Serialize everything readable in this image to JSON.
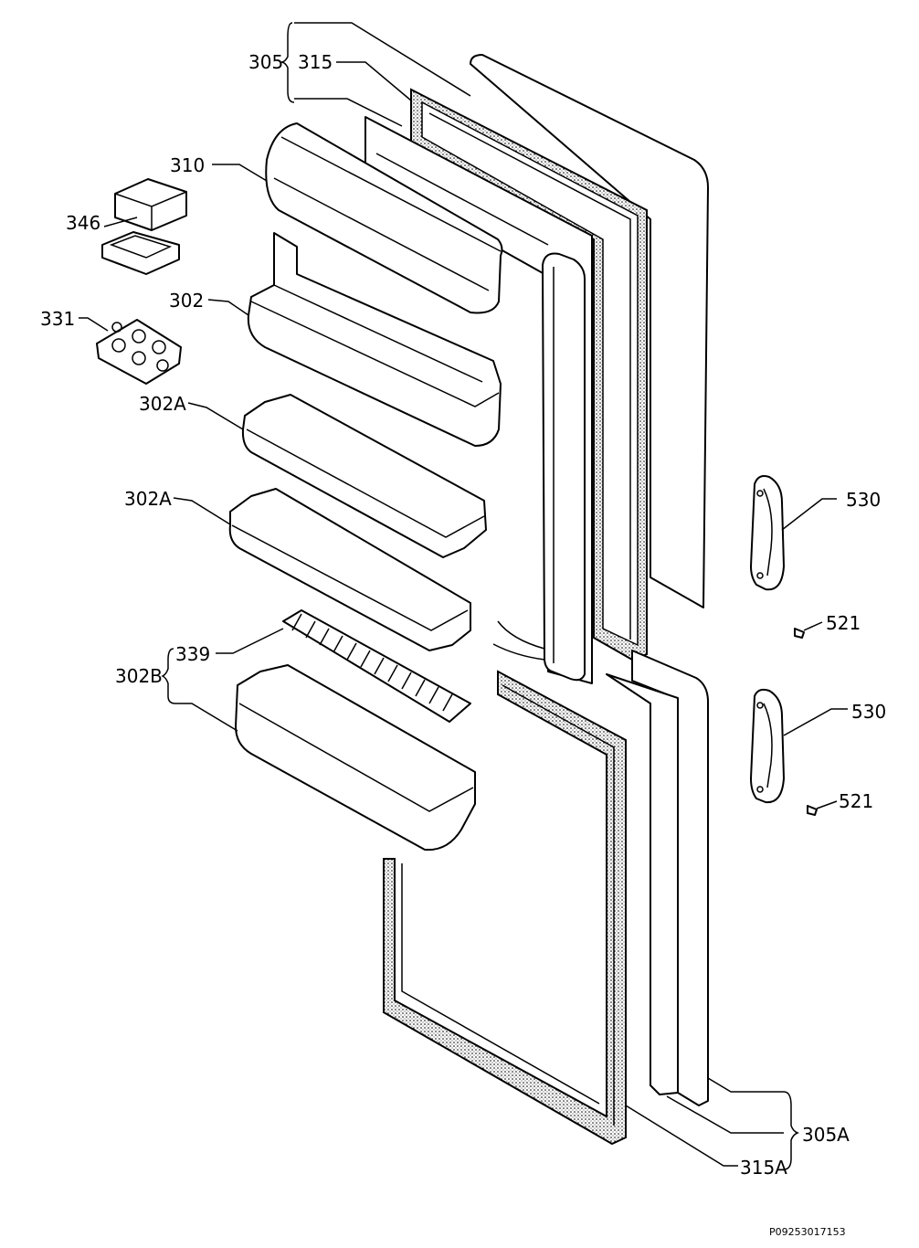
{
  "diagram": {
    "labels": {
      "l305": "305",
      "l315": "315",
      "l310": "310",
      "l346": "346",
      "l302": "302",
      "l331": "331",
      "l302a_1": "302A",
      "l302a_2": "302A",
      "l339": "339",
      "l302b": "302B",
      "l530_1": "530",
      "l521_1": "521",
      "l530_2": "530",
      "l521_2": "521",
      "l305a": "305A",
      "l315a": "315A"
    },
    "reference_code": "P09253017153"
  }
}
